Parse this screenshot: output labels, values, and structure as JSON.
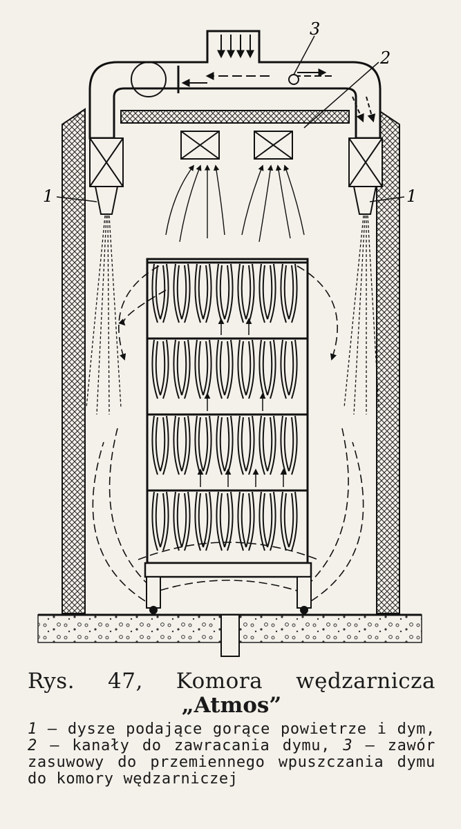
{
  "figure": {
    "callouts": [
      "1",
      "1",
      "2",
      "3"
    ]
  },
  "caption": {
    "fig_label": "Rys.",
    "fig_number": "47,",
    "title_word1": "Komora",
    "title_word2": "wędzarnicza",
    "title_line2": "„Atmos”",
    "items": [
      {
        "num": "1",
        "text": " — dysze podające gorące powietrze i dym, "
      },
      {
        "num": "2",
        "text": " — kanały do zawracania dymu, "
      },
      {
        "num": "3",
        "text": " — zawór zasuwowy do przemiennego wpuszczania dymu do komory wędzarniczej"
      }
    ]
  }
}
